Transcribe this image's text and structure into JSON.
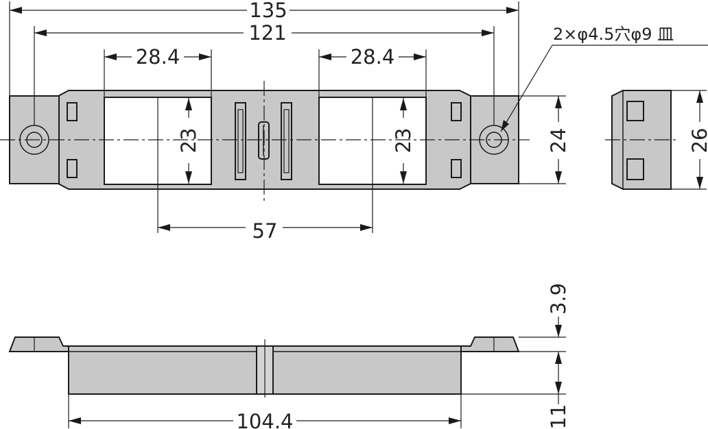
{
  "dimensions": {
    "overall_length": "135",
    "hole_pitch": "121",
    "window_left_width": "28.4",
    "window_right_width": "28.4",
    "window_left_height": "23",
    "window_right_height": "23",
    "window_pitch": "57",
    "body_height": "24",
    "side_height": "26",
    "body_length": "104.4",
    "flange_thickness": "3.9",
    "body_depth": "11"
  },
  "notes": {
    "hole_spec": "2×φ4.5穴φ9 皿"
  },
  "colors": {
    "part_fill": "#c8c8c8",
    "line": "#1a1a1a"
  }
}
